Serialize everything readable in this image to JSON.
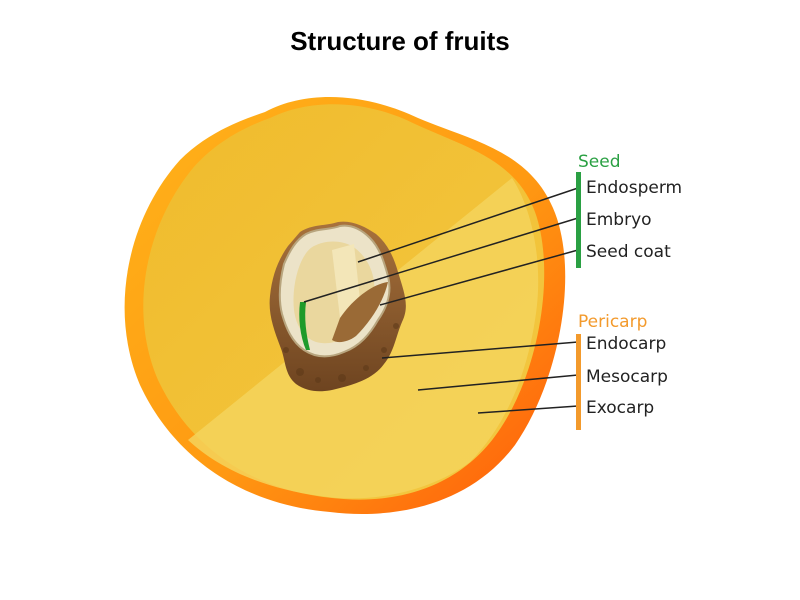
{
  "title": "Structure of fruits",
  "colors": {
    "seed_accent": "#2aa043",
    "pericarp_accent": "#f39a2c",
    "exocarp": "#ff7a10",
    "mesocarp": "#f1c33a",
    "mesocarp_light": "#f5d35c",
    "endocarp": "#8b5a2b",
    "seed_coat": "#e8dfc6",
    "endosperm": "#e6d39a",
    "embryo": "#1f9a2a",
    "leader_line": "#222222"
  },
  "seed_group": {
    "heading": "Seed",
    "parts": [
      "Endosperm",
      "Embryo",
      "Seed coat"
    ]
  },
  "pericarp_group": {
    "heading": "Pericarp",
    "parts": [
      "Endocarp",
      "Mesocarp",
      "Exocarp"
    ]
  }
}
